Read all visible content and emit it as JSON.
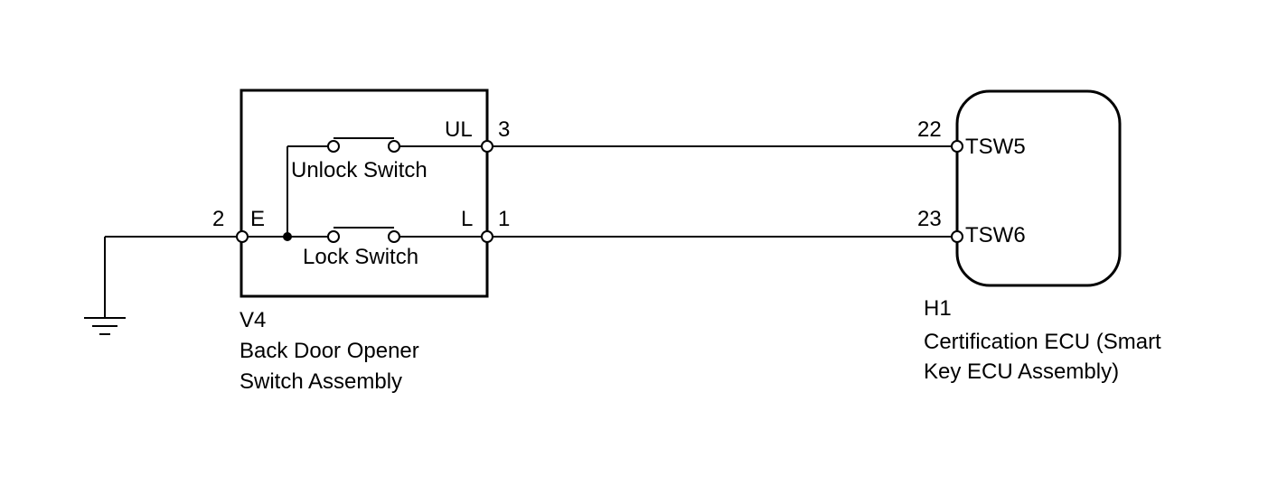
{
  "switch_assembly": {
    "code": "V4",
    "name_line1": "Back Door Opener",
    "name_line2": "Switch Assembly",
    "unlock_switch": "Unlock Switch",
    "lock_switch": "Lock Switch",
    "pin_e": {
      "number": "2",
      "name": "E"
    },
    "pin_ul": {
      "number": "3",
      "name": "UL"
    },
    "pin_l": {
      "number": "1",
      "name": "L"
    }
  },
  "ecu": {
    "code": "H1",
    "name_line1": "Certification ECU (Smart",
    "name_line2": "Key ECU Assembly)",
    "pin_tsw5": {
      "number": "22",
      "name": "TSW5"
    },
    "pin_tsw6": {
      "number": "23",
      "name": "TSW6"
    }
  },
  "ground": {
    "icon": "ground-icon"
  }
}
